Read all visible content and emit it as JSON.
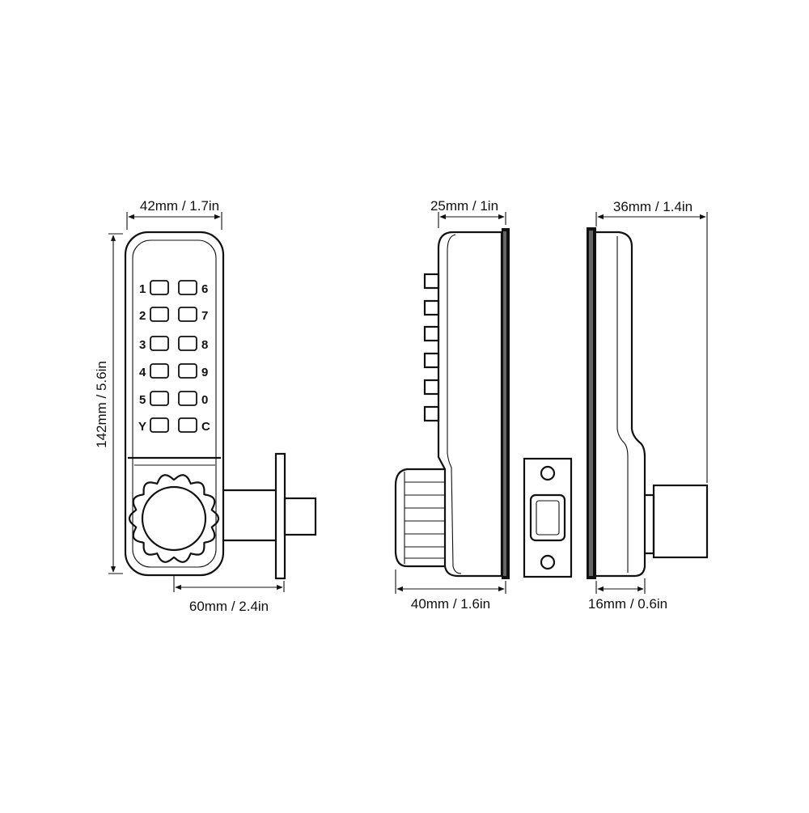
{
  "dimensions": {
    "front_width": "42mm / 1.7in",
    "front_height": "142mm / 5.6in",
    "backset": "60mm / 2.4in",
    "side_depth_top": "25mm / 1in",
    "side_depth_bottom": "40mm / 1.6in",
    "rear_depth_top": "36mm / 1.4in",
    "rear_depth_bottom": "16mm / 0.6in"
  },
  "keypad": {
    "left": [
      "1",
      "2",
      "3",
      "4",
      "5",
      "Y"
    ],
    "right": [
      "6",
      "7",
      "8",
      "9",
      "0",
      "C"
    ]
  },
  "colors": {
    "line": "#111111",
    "background": "#ffffff"
  }
}
